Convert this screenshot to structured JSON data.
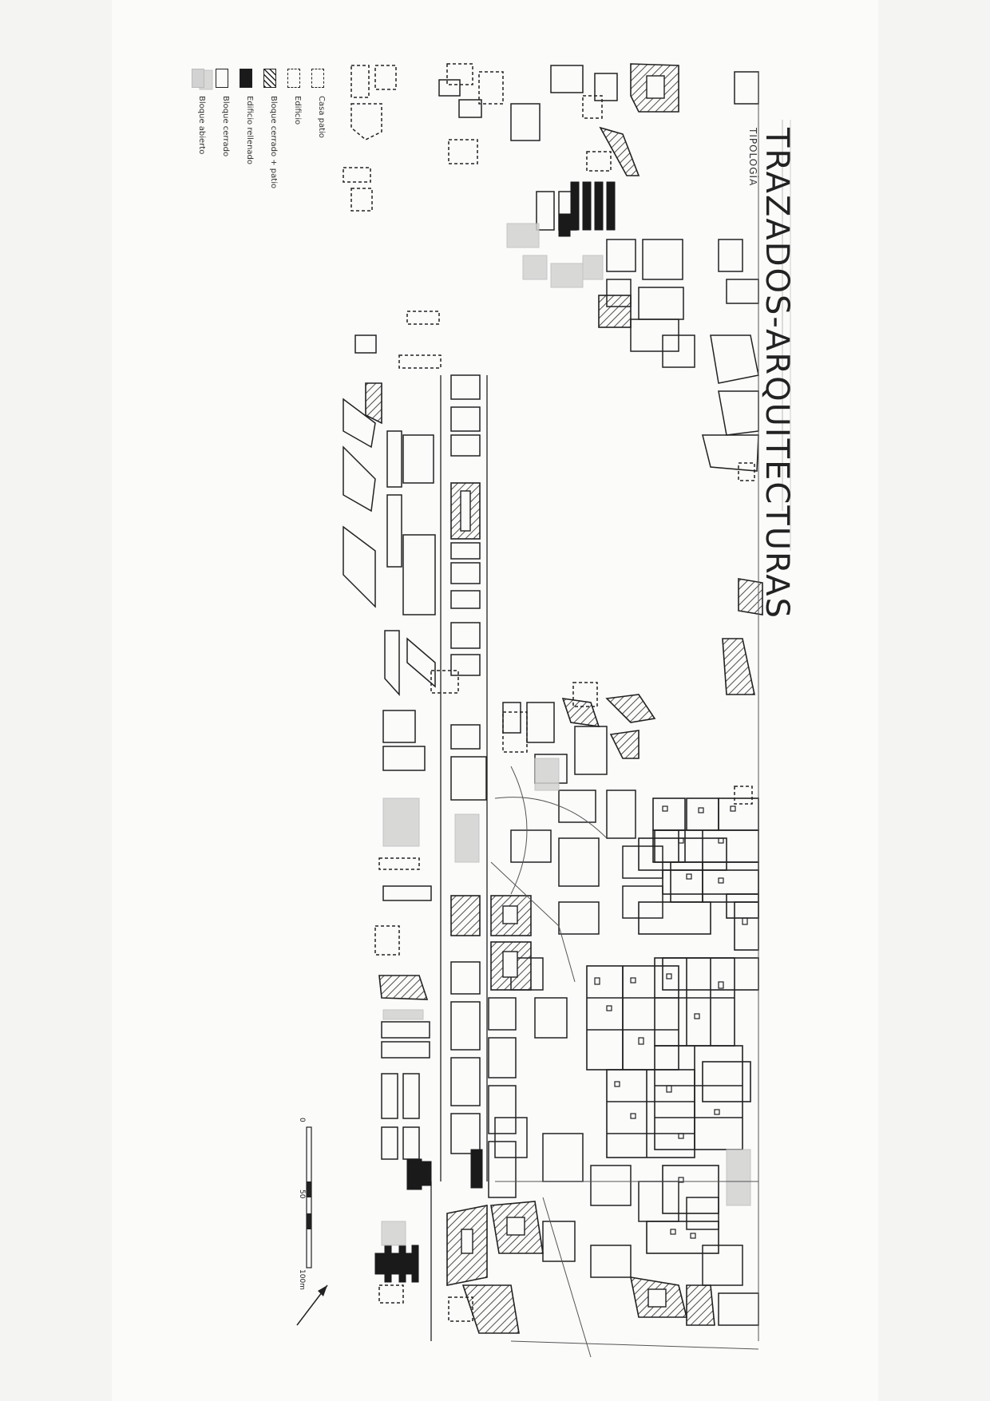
{
  "title": "TRAZADOS-ARQUITECTURAS",
  "subtitle": "TIPOLOGÍA",
  "legend": {
    "items": [
      {
        "label": "Casa patio",
        "pattern": "dashed-patio"
      },
      {
        "label": "Edificio",
        "pattern": "dashed"
      },
      {
        "label": "Bloque cerrado + patio",
        "pattern": "hatched"
      },
      {
        "label": "Edificio rellenado",
        "pattern": "solid"
      },
      {
        "label": "Bloque cerrado",
        "pattern": "outline"
      },
      {
        "label": "Bloque abierto",
        "pattern": "gray"
      }
    ]
  },
  "scale": {
    "labels": [
      "0",
      "50",
      "100m"
    ]
  },
  "colors": {
    "ink": "#222222",
    "paper": "#fbfbfa",
    "gray": "#cfcfcf"
  },
  "icons": {
    "north_arrow": "north-arrow-icon"
  }
}
